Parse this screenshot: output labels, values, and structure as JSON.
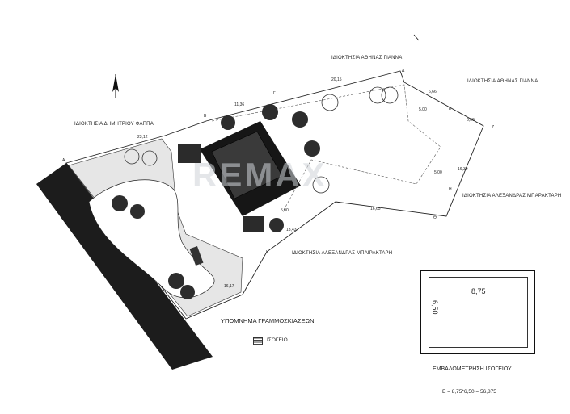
{
  "plot_plan": {
    "owners": {
      "north_center": "ΙΔΙΟΚΤΗΣΙΑ ΑΘΗΝΑΣ ΓΙΑΝΝΑ",
      "north_right": "ΙΔΙΟΚΤΗΣΙΑ ΑΘΗΝΑΣ ΓΙΑΝΝΑ",
      "west": "ΙΔΙΟΚΤΗΣΙΑ ΔΗΜΗΤΡΙΟΥ ΦΑΠΠΑ",
      "east": "ΙΔΙΟΚΤΗΣΙΑ ΑΛΕΞΑΝΔΡΑΣ ΜΠΑΡΑΚΤΑΡΗ",
      "south": "ΙΔΙΟΚΤΗΣΙΑ ΑΛΕΞΑΝΔΡΑΣ ΜΠΑΙΡΑΚΤΑΡΗ"
    },
    "dimensions": {
      "d1": "20,15",
      "d2": "11,36",
      "d3": "23,12",
      "d4": "6,66",
      "d5": "6,66",
      "d6": "16,30",
      "d7": "16,65",
      "d8": "13,43",
      "d9": "16,17",
      "d10": "5,00",
      "d11": "5,00",
      "d12": "5,00"
    },
    "points": [
      "Α",
      "Β",
      "Γ",
      "Δ",
      "Ε",
      "Ζ",
      "Η",
      "Θ",
      "Ι",
      "Κ"
    ],
    "watermark": "REMAX"
  },
  "legend": {
    "title": "ΥΠΟΜΝΗΜΑ ΓΡΑΜΜΟΣΚΙΑΣΕΩΝ",
    "item_label": "ΙΣΟΓΕΙΟ"
  },
  "area": {
    "width": "8,75",
    "height": "6,50",
    "title": "ΕΜΒΑΔΟΜΕΤΡΗΣΗ ΙΣΟΓΕΙΟΥ",
    "formula": "Ε = 8,75*6,50 = 56,875"
  }
}
